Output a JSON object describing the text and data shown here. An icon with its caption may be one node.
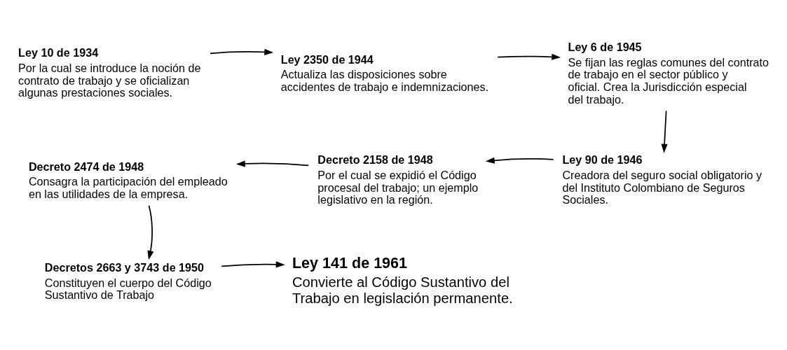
{
  "diagram": {
    "nodes": [
      {
        "text": [
          "Ley 10 de 1934",
          "Por la cual se introduce la noción de contrato de trabajo y se oficializan algunas prestaciones sociales."
        ]
      },
      {
        "text": [
          "Ley 2350 de 1944",
          "Actualiza las disposiciones sobre accidentes de trabajo e indemnizaciones."
        ]
      },
      {
        "text": [
          "Ley 6 de 1945",
          "Se fijan las reglas comunes del contrato de trabajo en el sector público y oficial. Crea la Jurisdicción especial del trabajo."
        ]
      },
      {
        "text": [
          "Ley 90 de 1946",
          "Creadora del seguro social obligatorio y del Instituto Colombiano de Seguros Sociales."
        ]
      },
      {
        "text": [
          "Decreto 2158 de 1948",
          "Por el cual se expidió el Código procesal del trabajo; un ejemplo legislativo en la región."
        ]
      },
      {
        "text": [
          "Decreto 2474 de 1948",
          "Consagra la participación del empleado en las utilidades de la empresa."
        ]
      },
      {
        "text": [
          "Decretos 2663 y 3743 de 1950",
          "Constituyen el cuerpo del Código Sustantivo de Trabajo"
        ]
      },
      {
        "text": [
          "Ley 141 de 1961",
          "Convierte al Código Sustantivo del Trabajo en legislación permanente."
        ]
      }
    ],
    "edges": [
      {
        "from": 0,
        "to": 1,
        "arrow": "to"
      },
      {
        "from": 1,
        "to": 2,
        "arrow": "to"
      },
      {
        "from": 2,
        "to": 3,
        "arrow": "to"
      },
      {
        "from": 3,
        "to": 4,
        "arrow": "to"
      },
      {
        "from": 4,
        "to": 5,
        "arrow": "to"
      },
      {
        "from": 5,
        "to": 6,
        "arrow": "to"
      },
      {
        "from": 6,
        "to": 7,
        "arrow": "to"
      }
    ]
  }
}
